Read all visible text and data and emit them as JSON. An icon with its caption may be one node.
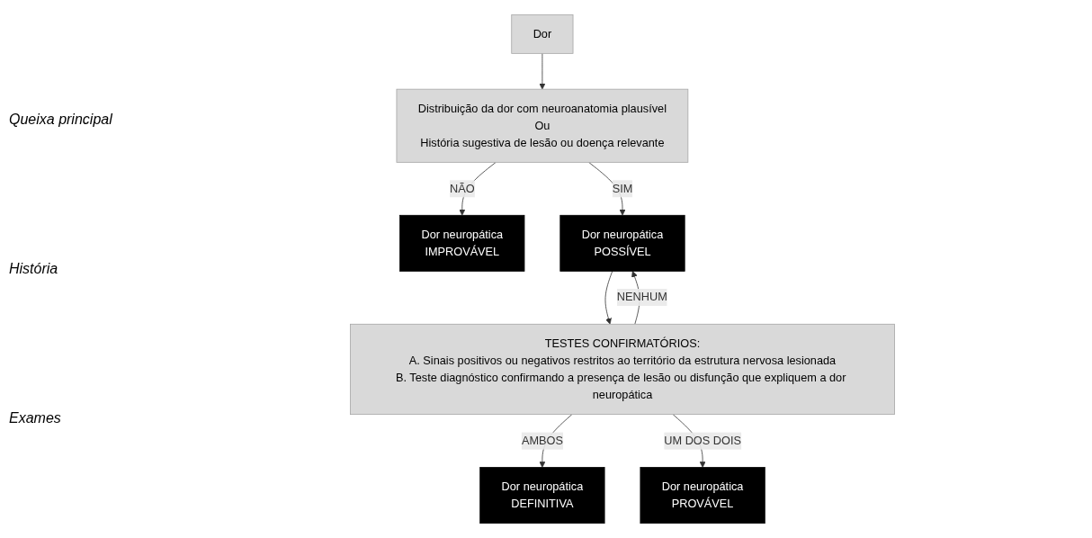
{
  "diagram": {
    "nodes": [
      {
        "text": [
          "Dor"
        ]
      },
      {
        "text": [
          "Distribuição da dor com neuroanatomia plausível",
          "Ou",
          "História sugestiva de lesão ou doença relevante"
        ]
      },
      {
        "text": [
          "Dor neuropática",
          "IMPROVÁVEL"
        ]
      },
      {
        "text": [
          "Dor neuropática",
          "POSSÍVEL"
        ]
      },
      {
        "text": [
          "TESTES CONFIRMATÓRIOS:",
          "A. Sinais positivos ou negativos restritos ao território da estrutura nervosa lesionada",
          "B. Teste diagnóstico confirmando a presença de lesão ou disfunção que expliquem a dor neuropática"
        ]
      },
      {
        "text": [
          "Dor neuropática",
          "DEFINITIVA"
        ]
      },
      {
        "text": [
          "Dor neuropática",
          "PROVÁVEL"
        ]
      }
    ],
    "edges": [
      {
        "from": 0,
        "to": 1,
        "arrow": "to"
      },
      {
        "from": 1,
        "to": 2,
        "arrow": "to",
        "label": "NÃO"
      },
      {
        "from": 1,
        "to": 3,
        "arrow": "to",
        "label": "SIM"
      },
      {
        "from": 3,
        "to": 4,
        "arrow": "to"
      },
      {
        "from": 4,
        "to": 3,
        "arrow": "to",
        "label": "NENHUM"
      },
      {
        "from": 4,
        "to": 5,
        "arrow": "to",
        "label": "AMBOS"
      },
      {
        "from": 4,
        "to": 6,
        "arrow": "to",
        "label": "UM DOS DOIS"
      }
    ],
    "labels": [
      "Queixa principal",
      "História",
      "Exames"
    ]
  }
}
